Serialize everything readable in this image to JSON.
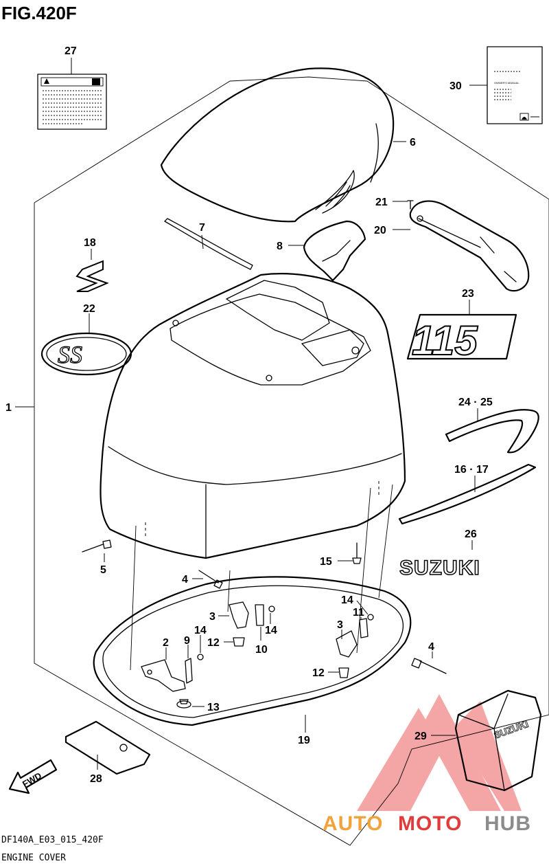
{
  "figure": {
    "title": "FIG.420F",
    "code": "DF140A_E03_015_420F",
    "name": "ENGINE COVER"
  },
  "callouts": [
    {
      "id": "p1",
      "label": "1"
    },
    {
      "id": "p2",
      "label": "2"
    },
    {
      "id": "p3a",
      "label": "3"
    },
    {
      "id": "p3b",
      "label": "3"
    },
    {
      "id": "p4a",
      "label": "4"
    },
    {
      "id": "p4b",
      "label": "4"
    },
    {
      "id": "p5",
      "label": "5"
    },
    {
      "id": "p6",
      "label": "6"
    },
    {
      "id": "p7",
      "label": "7"
    },
    {
      "id": "p8",
      "label": "8"
    },
    {
      "id": "p9",
      "label": "9"
    },
    {
      "id": "p10",
      "label": "10"
    },
    {
      "id": "p11",
      "label": "11"
    },
    {
      "id": "p12a",
      "label": "12"
    },
    {
      "id": "p12b",
      "label": "12"
    },
    {
      "id": "p13",
      "label": "13"
    },
    {
      "id": "p14a",
      "label": "14"
    },
    {
      "id": "p14b",
      "label": "14"
    },
    {
      "id": "p14c",
      "label": "14"
    },
    {
      "id": "p15",
      "label": "15"
    },
    {
      "id": "p1617",
      "label": "16 · 17"
    },
    {
      "id": "p18",
      "label": "18"
    },
    {
      "id": "p19",
      "label": "19"
    },
    {
      "id": "p20",
      "label": "20"
    },
    {
      "id": "p21",
      "label": "21"
    },
    {
      "id": "p22",
      "label": "22"
    },
    {
      "id": "p23",
      "label": "23"
    },
    {
      "id": "p2425",
      "label": "24 · 25"
    },
    {
      "id": "p26",
      "label": "26"
    },
    {
      "id": "p27",
      "label": "27"
    },
    {
      "id": "p28",
      "label": "28"
    },
    {
      "id": "p29",
      "label": "29"
    },
    {
      "id": "p30",
      "label": "30"
    }
  ],
  "decals": {
    "model_number": "115",
    "brand_word": "SUZUKI",
    "cover_brand": "SUZUKI",
    "fwd": "FWD",
    "manual_heading": "OWNER'S MANUAL"
  },
  "watermark": {
    "part1": "AUTO",
    "part2": "MOTO",
    "part3": "HUB",
    "colors": {
      "auto": "#f2a23a",
      "moto": "#e23b3b",
      "hub": "#8c8c8c",
      "logo": "#e83a3a"
    }
  }
}
